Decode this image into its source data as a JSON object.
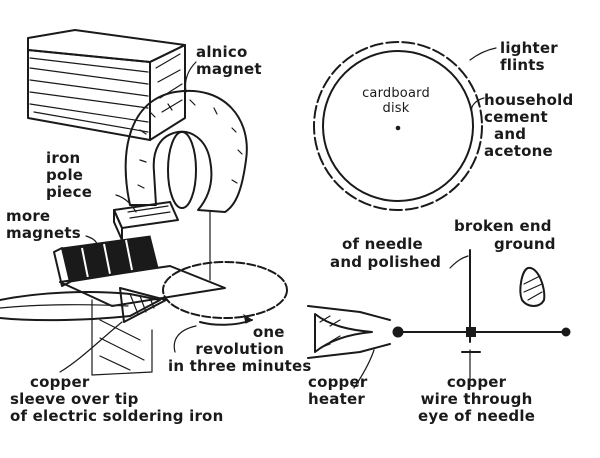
{
  "labels": {
    "alnico": [
      "alnico",
      "magnet"
    ],
    "iron_pole": [
      "iron",
      "pole",
      "piece"
    ],
    "more_magnets": [
      "more",
      "magnets"
    ],
    "one_rev": [
      "one",
      "revolution",
      "in three minutes"
    ],
    "copper_sleeve": [
      "copper",
      "sleeve over tip",
      "of electric soldering iron"
    ],
    "cardboard": [
      "cardboard",
      "disk"
    ],
    "lighter": [
      "lighter",
      "flints"
    ],
    "cement": [
      "household",
      "cement",
      "and",
      "acetone"
    ],
    "needle": [
      "broken end",
      "of needle",
      "ground",
      "and polished"
    ],
    "copper_heater": [
      "copper",
      "heater"
    ],
    "copper_wire": [
      "copper",
      "wire through",
      "eye of needle"
    ]
  },
  "colors": {
    "ink": "#1a1a1a",
    "paper": "#ffffff"
  }
}
